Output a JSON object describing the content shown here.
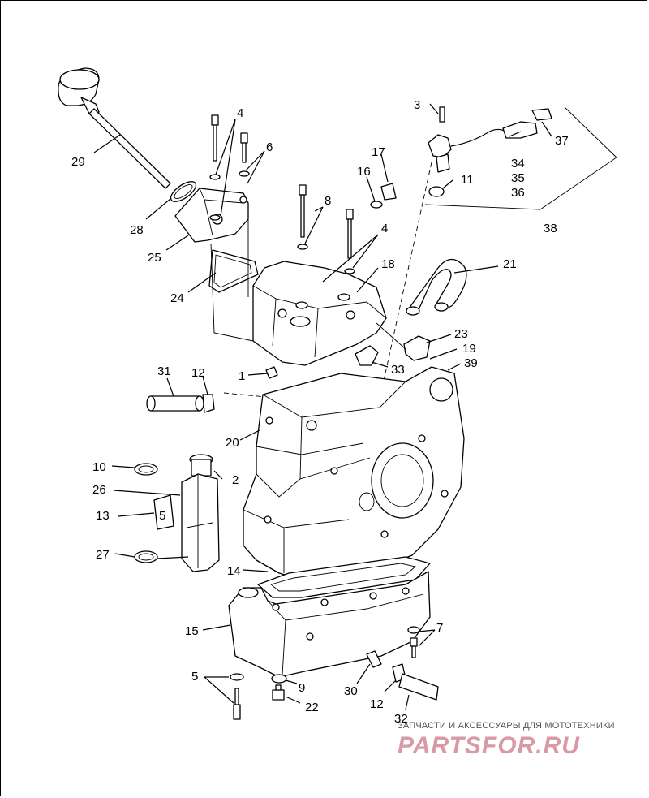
{
  "callouts": [
    {
      "id": "1",
      "label": "1"
    },
    {
      "id": "2",
      "label": "2"
    },
    {
      "id": "3",
      "label": "3"
    },
    {
      "id": "4a",
      "label": "4"
    },
    {
      "id": "4b",
      "label": "4"
    },
    {
      "id": "5",
      "label": "5"
    },
    {
      "id": "6",
      "label": "6"
    },
    {
      "id": "7",
      "label": "7"
    },
    {
      "id": "8",
      "label": "8"
    },
    {
      "id": "9",
      "label": "9"
    },
    {
      "id": "10",
      "label": "10"
    },
    {
      "id": "11",
      "label": "11"
    },
    {
      "id": "12a",
      "label": "12"
    },
    {
      "id": "12b",
      "label": "12"
    },
    {
      "id": "13",
      "label": "13"
    },
    {
      "id": "14",
      "label": "14"
    },
    {
      "id": "15",
      "label": "15"
    },
    {
      "id": "16",
      "label": "16"
    },
    {
      "id": "17",
      "label": "17"
    },
    {
      "id": "18",
      "label": "18"
    },
    {
      "id": "19",
      "label": "19"
    },
    {
      "id": "20",
      "label": "20"
    },
    {
      "id": "21",
      "label": "21"
    },
    {
      "id": "22",
      "label": "22"
    },
    {
      "id": "23",
      "label": "23"
    },
    {
      "id": "24",
      "label": "24"
    },
    {
      "id": "25",
      "label": "25"
    },
    {
      "id": "26",
      "label": "26"
    },
    {
      "id": "27",
      "label": "27"
    },
    {
      "id": "28",
      "label": "28"
    },
    {
      "id": "29",
      "label": "29"
    },
    {
      "id": "30",
      "label": "30"
    },
    {
      "id": "31",
      "label": "31"
    },
    {
      "id": "32",
      "label": "32"
    },
    {
      "id": "33",
      "label": "33"
    },
    {
      "id": "34",
      "label": "34"
    },
    {
      "id": "35",
      "label": "35"
    },
    {
      "id": "36",
      "label": "36"
    },
    {
      "id": "37",
      "label": "37"
    },
    {
      "id": "38",
      "label": "38"
    },
    {
      "id": "39",
      "label": "39"
    }
  ],
  "watermark": {
    "tagline": "ЗАПЧАСТИ И АКСЕССУАРЫ ДЛЯ МОТОТЕХНИКИ",
    "logo": "PARTSFOR.RU"
  }
}
